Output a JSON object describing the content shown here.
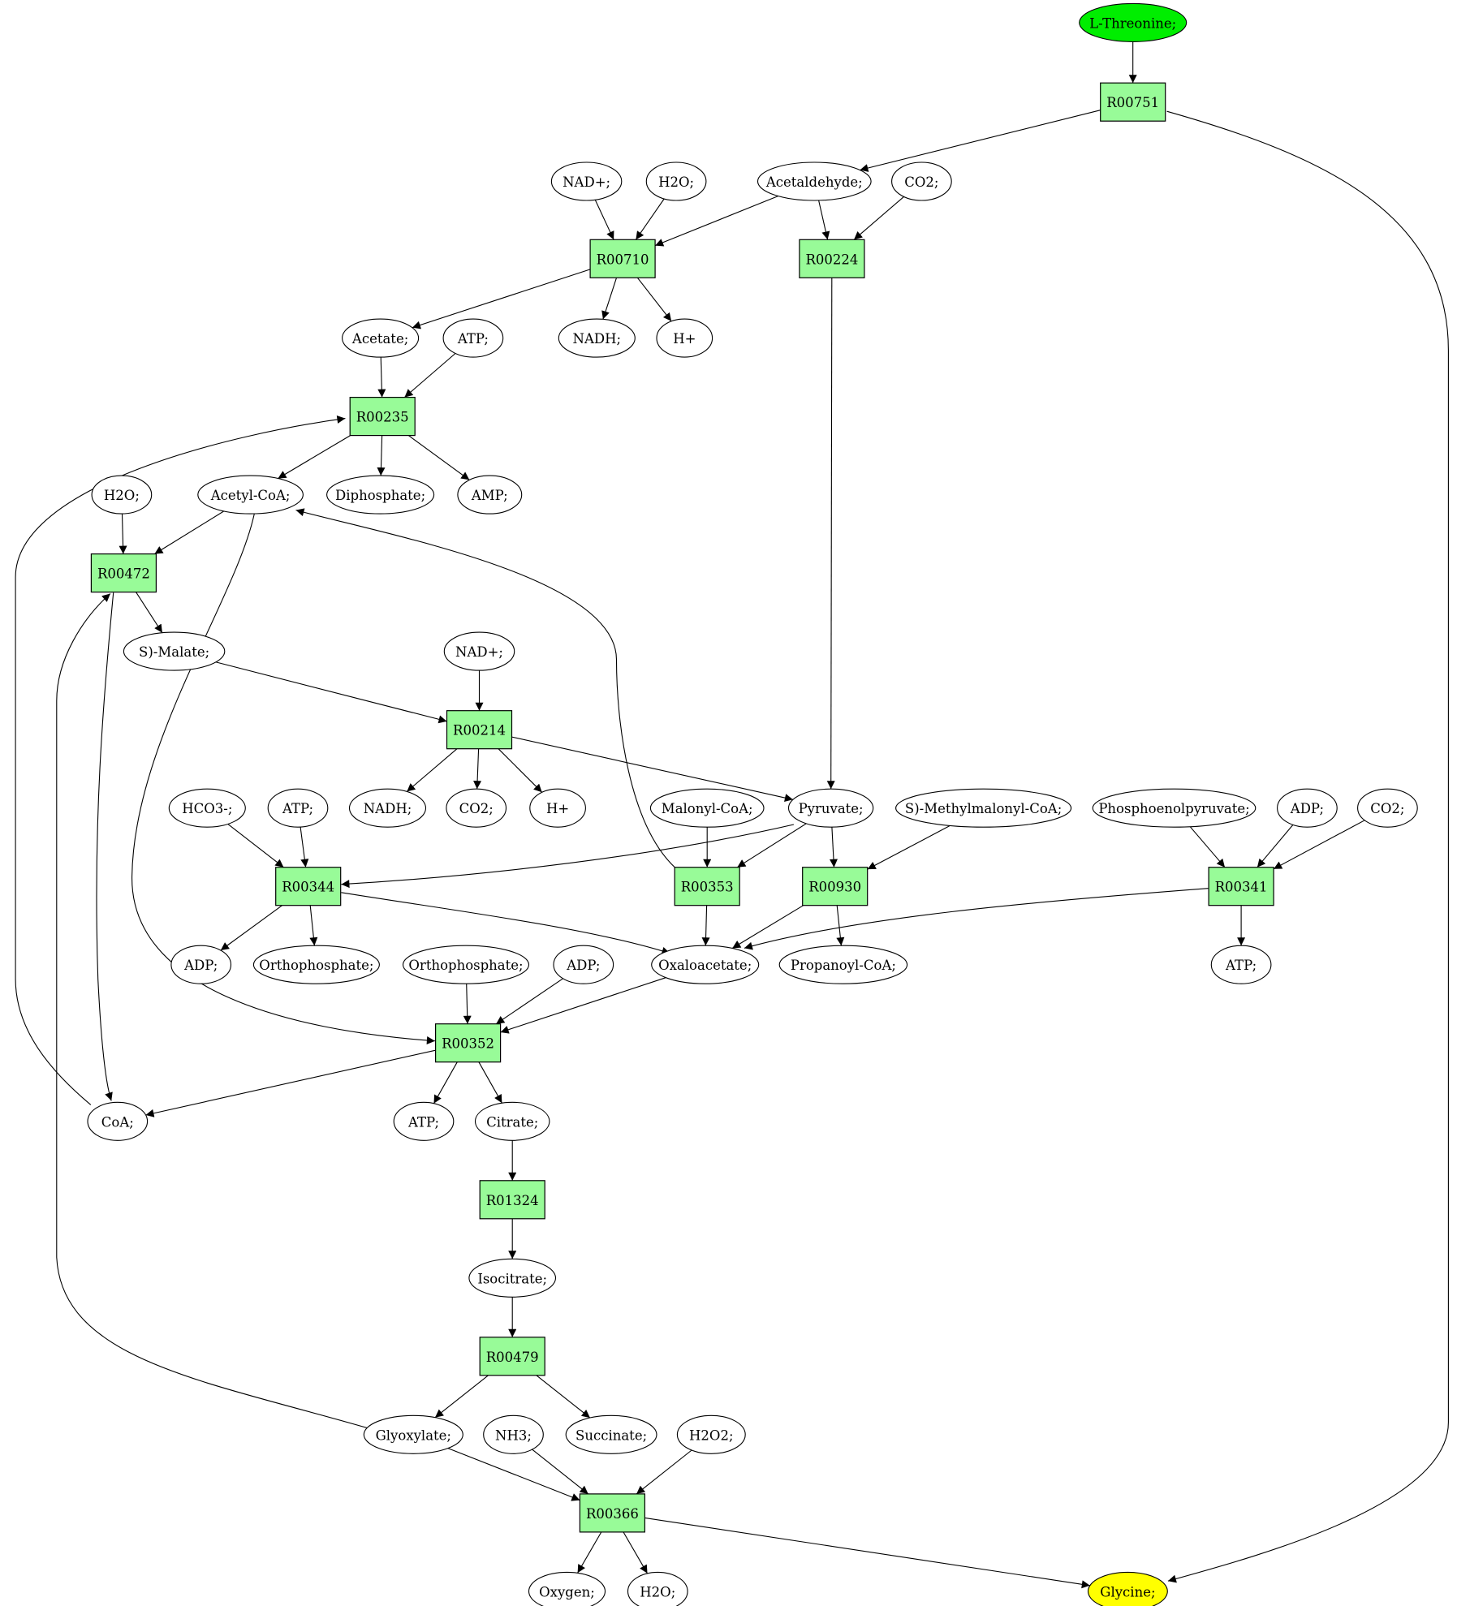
{
  "colors": {
    "reaction_fill": "#98fb98",
    "metabolite_fill": "#ffffff",
    "start_fill": "#00ee00",
    "end_fill": "#ffff00",
    "stroke": "#000000"
  },
  "nodes": {
    "threo": {
      "label": "L-Threonine;",
      "kind": "start"
    },
    "glycine": {
      "label": "Glycine;",
      "kind": "end"
    },
    "r751": {
      "label": "R00751",
      "kind": "reaction"
    },
    "r710": {
      "label": "R00710",
      "kind": "reaction"
    },
    "r224": {
      "label": "R00224",
      "kind": "reaction"
    },
    "r235": {
      "label": "R00235",
      "kind": "reaction"
    },
    "r472": {
      "label": "R00472",
      "kind": "reaction"
    },
    "r214": {
      "label": "R00214",
      "kind": "reaction"
    },
    "r344": {
      "label": "R00344",
      "kind": "reaction"
    },
    "r353": {
      "label": "R00353",
      "kind": "reaction"
    },
    "r930": {
      "label": "R00930",
      "kind": "reaction"
    },
    "r341": {
      "label": "R00341",
      "kind": "reaction"
    },
    "r352": {
      "label": "R00352",
      "kind": "reaction"
    },
    "r1324": {
      "label": "R01324",
      "kind": "reaction"
    },
    "r479": {
      "label": "R00479",
      "kind": "reaction"
    },
    "r366": {
      "label": "R00366",
      "kind": "reaction"
    },
    "nad1": {
      "label": "NAD+;",
      "kind": "metabolite"
    },
    "h2o1": {
      "label": "H2O;",
      "kind": "metabolite"
    },
    "acetald": {
      "label": "Acetaldehyde;",
      "kind": "metabolite"
    },
    "co2a": {
      "label": "CO2;",
      "kind": "metabolite"
    },
    "acetate": {
      "label": "Acetate;",
      "kind": "metabolite"
    },
    "atp1": {
      "label": "ATP;",
      "kind": "metabolite"
    },
    "nadh1": {
      "label": "NADH;",
      "kind": "metabolite"
    },
    "hplus1": {
      "label": "H+",
      "kind": "metabolite"
    },
    "h2o2": {
      "label": "H2O;",
      "kind": "metabolite"
    },
    "acoa": {
      "label": "Acetyl-CoA;",
      "kind": "metabolite"
    },
    "diphos": {
      "label": "Diphosphate;",
      "kind": "metabolite"
    },
    "amp": {
      "label": "AMP;",
      "kind": "metabolite"
    },
    "smal": {
      "label": "S)-Malate;",
      "kind": "metabolite"
    },
    "nad2": {
      "label": "NAD+;",
      "kind": "metabolite"
    },
    "hco3": {
      "label": "HCO3-;",
      "kind": "metabolite"
    },
    "atp2": {
      "label": "ATP;",
      "kind": "metabolite"
    },
    "nadh2": {
      "label": "NADH;",
      "kind": "metabolite"
    },
    "co2b": {
      "label": "CO2;",
      "kind": "metabolite"
    },
    "hplus2": {
      "label": "H+",
      "kind": "metabolite"
    },
    "malcoa": {
      "label": "Malonyl-CoA;",
      "kind": "metabolite"
    },
    "pyr": {
      "label": "Pyruvate;",
      "kind": "metabolite"
    },
    "smmcoa": {
      "label": "S)-Methylmalonyl-CoA;",
      "kind": "metabolite"
    },
    "pep": {
      "label": "Phosphoenolpyruvate;",
      "kind": "metabolite"
    },
    "adp1": {
      "label": "ADP;",
      "kind": "metabolite"
    },
    "co2c": {
      "label": "CO2;",
      "kind": "metabolite"
    },
    "adp2": {
      "label": "ADP;",
      "kind": "metabolite"
    },
    "ortho1": {
      "label": "Orthophosphate;",
      "kind": "metabolite"
    },
    "ortho2": {
      "label": "Orthophosphate;",
      "kind": "metabolite"
    },
    "adp3": {
      "label": "ADP;",
      "kind": "metabolite"
    },
    "oxal": {
      "label": "Oxaloacetate;",
      "kind": "metabolite"
    },
    "propcoa": {
      "label": "Propanoyl-CoA;",
      "kind": "metabolite"
    },
    "atp3": {
      "label": "ATP;",
      "kind": "metabolite"
    },
    "coa": {
      "label": "CoA;",
      "kind": "metabolite"
    },
    "atp4": {
      "label": "ATP;",
      "kind": "metabolite"
    },
    "citrate": {
      "label": "Citrate;",
      "kind": "metabolite"
    },
    "isocit": {
      "label": "Isocitrate;",
      "kind": "metabolite"
    },
    "glyox": {
      "label": "Glyoxylate;",
      "kind": "metabolite"
    },
    "nh3": {
      "label": "NH3;",
      "kind": "metabolite"
    },
    "succ": {
      "label": "Succinate;",
      "kind": "metabolite"
    },
    "h2o2b": {
      "label": "H2O2;",
      "kind": "metabolite"
    },
    "oxygen": {
      "label": "Oxygen;",
      "kind": "metabolite"
    },
    "h2o3": {
      "label": "H2O;",
      "kind": "metabolite"
    }
  },
  "edges": [
    [
      "threo",
      "r751"
    ],
    [
      "r751",
      "acetald"
    ],
    [
      "r751",
      "glycine"
    ],
    [
      "nad1",
      "r710"
    ],
    [
      "h2o1",
      "r710"
    ],
    [
      "acetald",
      "r710"
    ],
    [
      "acetald",
      "r224"
    ],
    [
      "co2a",
      "r224"
    ],
    [
      "r710",
      "acetate"
    ],
    [
      "r710",
      "nadh1"
    ],
    [
      "r710",
      "hplus1"
    ],
    [
      "r224",
      "pyr"
    ],
    [
      "acetate",
      "r235"
    ],
    [
      "atp1",
      "r235"
    ],
    [
      "r235",
      "acoa"
    ],
    [
      "r235",
      "diphos"
    ],
    [
      "r235",
      "amp"
    ],
    [
      "coa",
      "r235"
    ],
    [
      "h2o2",
      "r472"
    ],
    [
      "acoa",
      "r472"
    ],
    [
      "glyox",
      "r472"
    ],
    [
      "r472",
      "smal"
    ],
    [
      "r472",
      "coa"
    ],
    [
      "smal",
      "r214"
    ],
    [
      "nad2",
      "r214"
    ],
    [
      "r214",
      "nadh2"
    ],
    [
      "r214",
      "co2b"
    ],
    [
      "r214",
      "hplus2"
    ],
    [
      "r214",
      "pyr"
    ],
    [
      "hco3",
      "r344"
    ],
    [
      "atp2",
      "r344"
    ],
    [
      "pyr",
      "r344"
    ],
    [
      "r344",
      "adp2"
    ],
    [
      "r344",
      "ortho1"
    ],
    [
      "r344",
      "oxal"
    ],
    [
      "malcoa",
      "r353"
    ],
    [
      "pyr",
      "r353"
    ],
    [
      "r353",
      "oxal"
    ],
    [
      "r353",
      "acoa"
    ],
    [
      "pyr",
      "r930"
    ],
    [
      "smmcoa",
      "r930"
    ],
    [
      "r930",
      "oxal"
    ],
    [
      "r930",
      "propcoa"
    ],
    [
      "pep",
      "r341"
    ],
    [
      "adp1",
      "r341"
    ],
    [
      "co2c",
      "r341"
    ],
    [
      "r341",
      "oxal"
    ],
    [
      "r341",
      "atp3"
    ],
    [
      "ortho2",
      "r352"
    ],
    [
      "adp3",
      "r352"
    ],
    [
      "oxal",
      "r352"
    ],
    [
      "acoa",
      "r352"
    ],
    [
      "r352",
      "coa"
    ],
    [
      "r352",
      "atp4"
    ],
    [
      "r352",
      "citrate"
    ],
    [
      "citrate",
      "r1324"
    ],
    [
      "r1324",
      "isocit"
    ],
    [
      "isocit",
      "r479"
    ],
    [
      "r479",
      "glyox"
    ],
    [
      "r479",
      "succ"
    ],
    [
      "glyox",
      "r366"
    ],
    [
      "nh3",
      "r366"
    ],
    [
      "h2o2b",
      "r366"
    ],
    [
      "r366",
      "oxygen"
    ],
    [
      "r366",
      "h2o3"
    ],
    [
      "r366",
      "glycine"
    ]
  ]
}
